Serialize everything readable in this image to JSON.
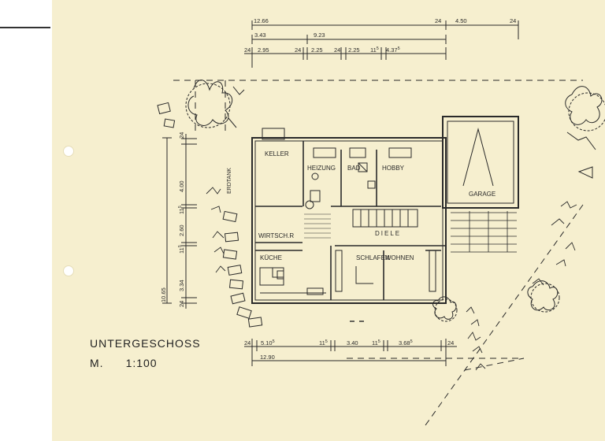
{
  "drawing": {
    "title": "UNTERGESCHOSS",
    "scale_prefix": "M.",
    "scale_value": "1:100"
  },
  "rooms": {
    "keller": "KELLER",
    "heizung": "HEIZUNG",
    "bad": "BAD",
    "hobby": "HOBBY",
    "garage": "GARAGE",
    "diele": "DIELE",
    "wirtschaftsraum": "WIRTSCH.R",
    "kueche": "KÜCHE",
    "schlafen": "SCHLAFEN",
    "wohnen": "WOHNEN",
    "erdtank": "ERDTANK"
  },
  "dimensions_top": {
    "row1": {
      "total": "12.66",
      "wall_a": "24",
      "garage": "4.50",
      "wall_b": "24"
    },
    "row2": {
      "left": "3.43",
      "right": "9.23"
    },
    "row3": {
      "wall1": "24",
      "d1": "2.95",
      "wall2": "24",
      "d2": "2.25",
      "wall3": "24",
      "d3": "2.25",
      "wall4": "11",
      "wall4_sup": "5",
      "d4": "4.37",
      "d4_sup": "5"
    }
  },
  "dimensions_bottom": {
    "row1": {
      "wall1": "24",
      "d1": "5.10",
      "d1_sup": "5",
      "wall2": "11",
      "wall2_sup": "5",
      "d2": "3.40",
      "wall3": "11",
      "wall3_sup": "5",
      "d3": "3.68",
      "d3_sup": "5",
      "wall4": "24"
    },
    "row2": {
      "total": "12.90"
    }
  },
  "dimensions_left": {
    "outer": {
      "total": "10.65"
    },
    "inner": {
      "wall1": "24",
      "d1": "4.00",
      "wall2": "11",
      "wall2_sup": "5",
      "d2": "2.60",
      "wall3": "11",
      "wall3_sup": "5",
      "d3": "3.34",
      "wall4": "24"
    }
  }
}
